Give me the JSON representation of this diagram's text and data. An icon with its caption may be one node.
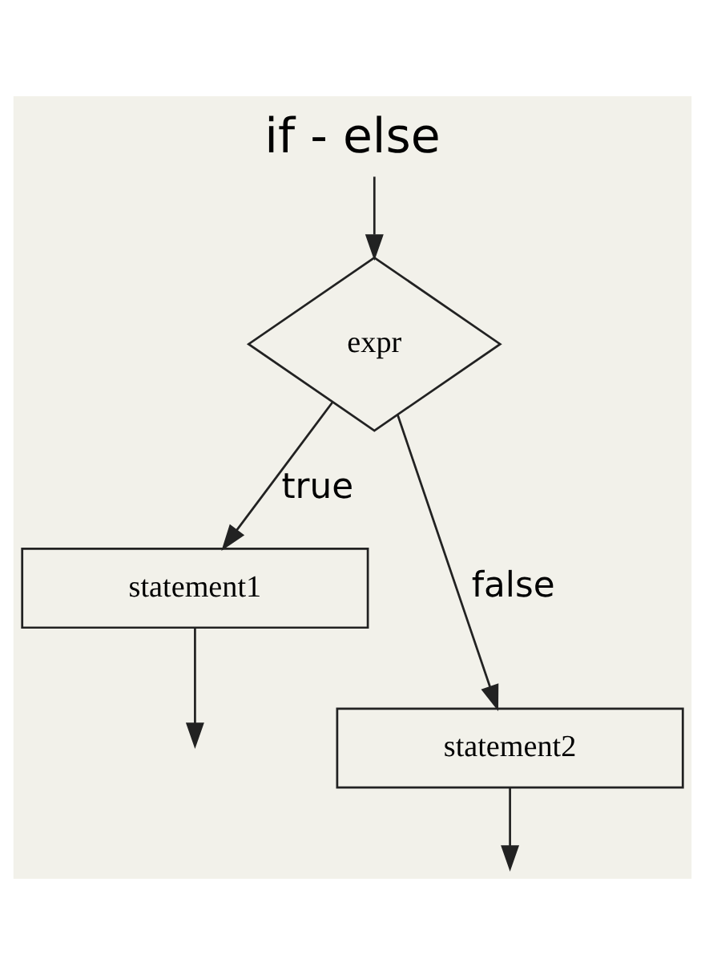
{
  "diagram": {
    "title": "if - else",
    "nodes": [
      {
        "text": [
          "expr"
        ]
      },
      {
        "text": [
          "statement1"
        ]
      },
      {
        "text": [
          "statement2"
        ]
      }
    ],
    "edges": [
      {
        "from": null,
        "to": 0,
        "arrow": "to"
      },
      {
        "from": 0,
        "to": 1,
        "arrow": "to",
        "label": "true"
      },
      {
        "from": 0,
        "to": 2,
        "arrow": "to",
        "label": "false"
      },
      {
        "from": 1,
        "to": null,
        "arrow": "to"
      },
      {
        "from": 2,
        "to": null,
        "arrow": "to"
      }
    ]
  }
}
